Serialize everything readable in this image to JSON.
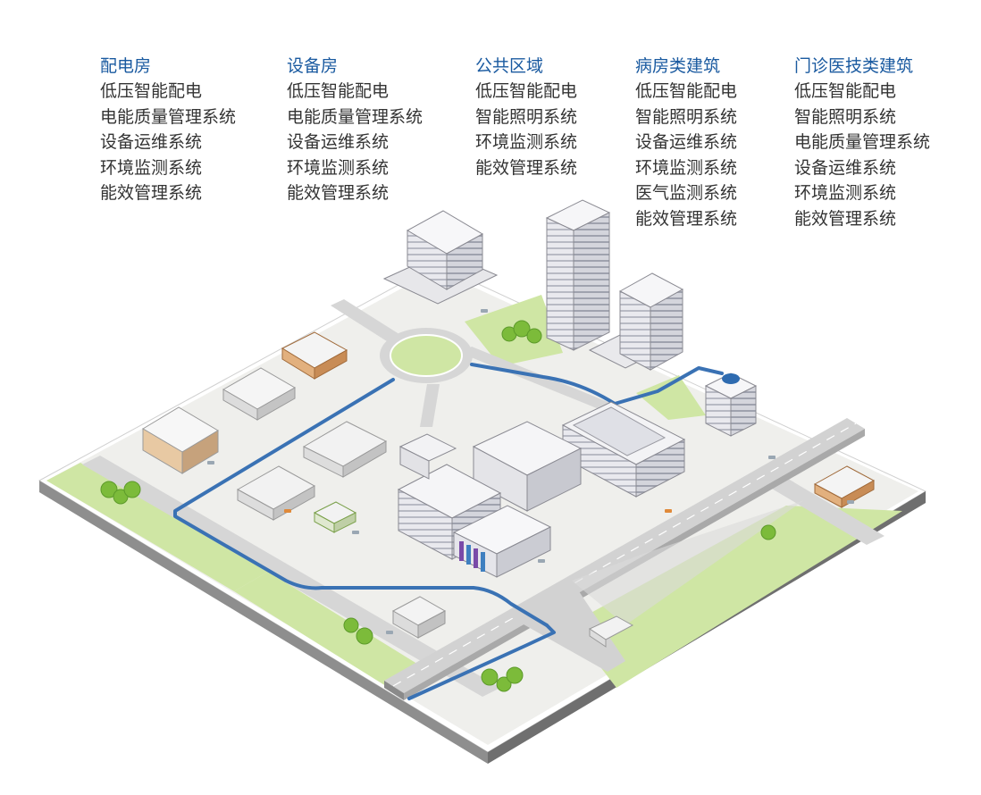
{
  "columns": [
    {
      "title": "配电房",
      "items": [
        "低压智能配电",
        "电能质量管理系统",
        "设备运维系统",
        "环境监测系统",
        "能效管理系统"
      ]
    },
    {
      "title": "设备房",
      "items": [
        "低压智能配电",
        "电能质量管理系统",
        "设备运维系统",
        "环境监测系统",
        "能效管理系统"
      ]
    },
    {
      "title": "公共区域",
      "items": [
        "低压智能配电",
        "智能照明系统",
        "环境监测系统",
        "能效管理系统"
      ]
    },
    {
      "title": "病房类建筑",
      "items": [
        "低压智能配电",
        "智能照明系统",
        "设备运维系统",
        "环境监测系统",
        "医气监测系统",
        "能效管理系统"
      ]
    },
    {
      "title": "门诊医技类建筑",
      "items": [
        "低压智能配电",
        "智能照明系统",
        "电能质量管理系统",
        "设备运维系统",
        "环境监测系统",
        "能效管理系统"
      ]
    }
  ],
  "colors": {
    "title_blue": "#1a5aa0",
    "text": "#333333",
    "grass": "#cfe6a4",
    "ground": "#f1f1ef",
    "road": "#d9d9d9",
    "cable": "#3a72b4",
    "building": "#f4f4f4"
  }
}
